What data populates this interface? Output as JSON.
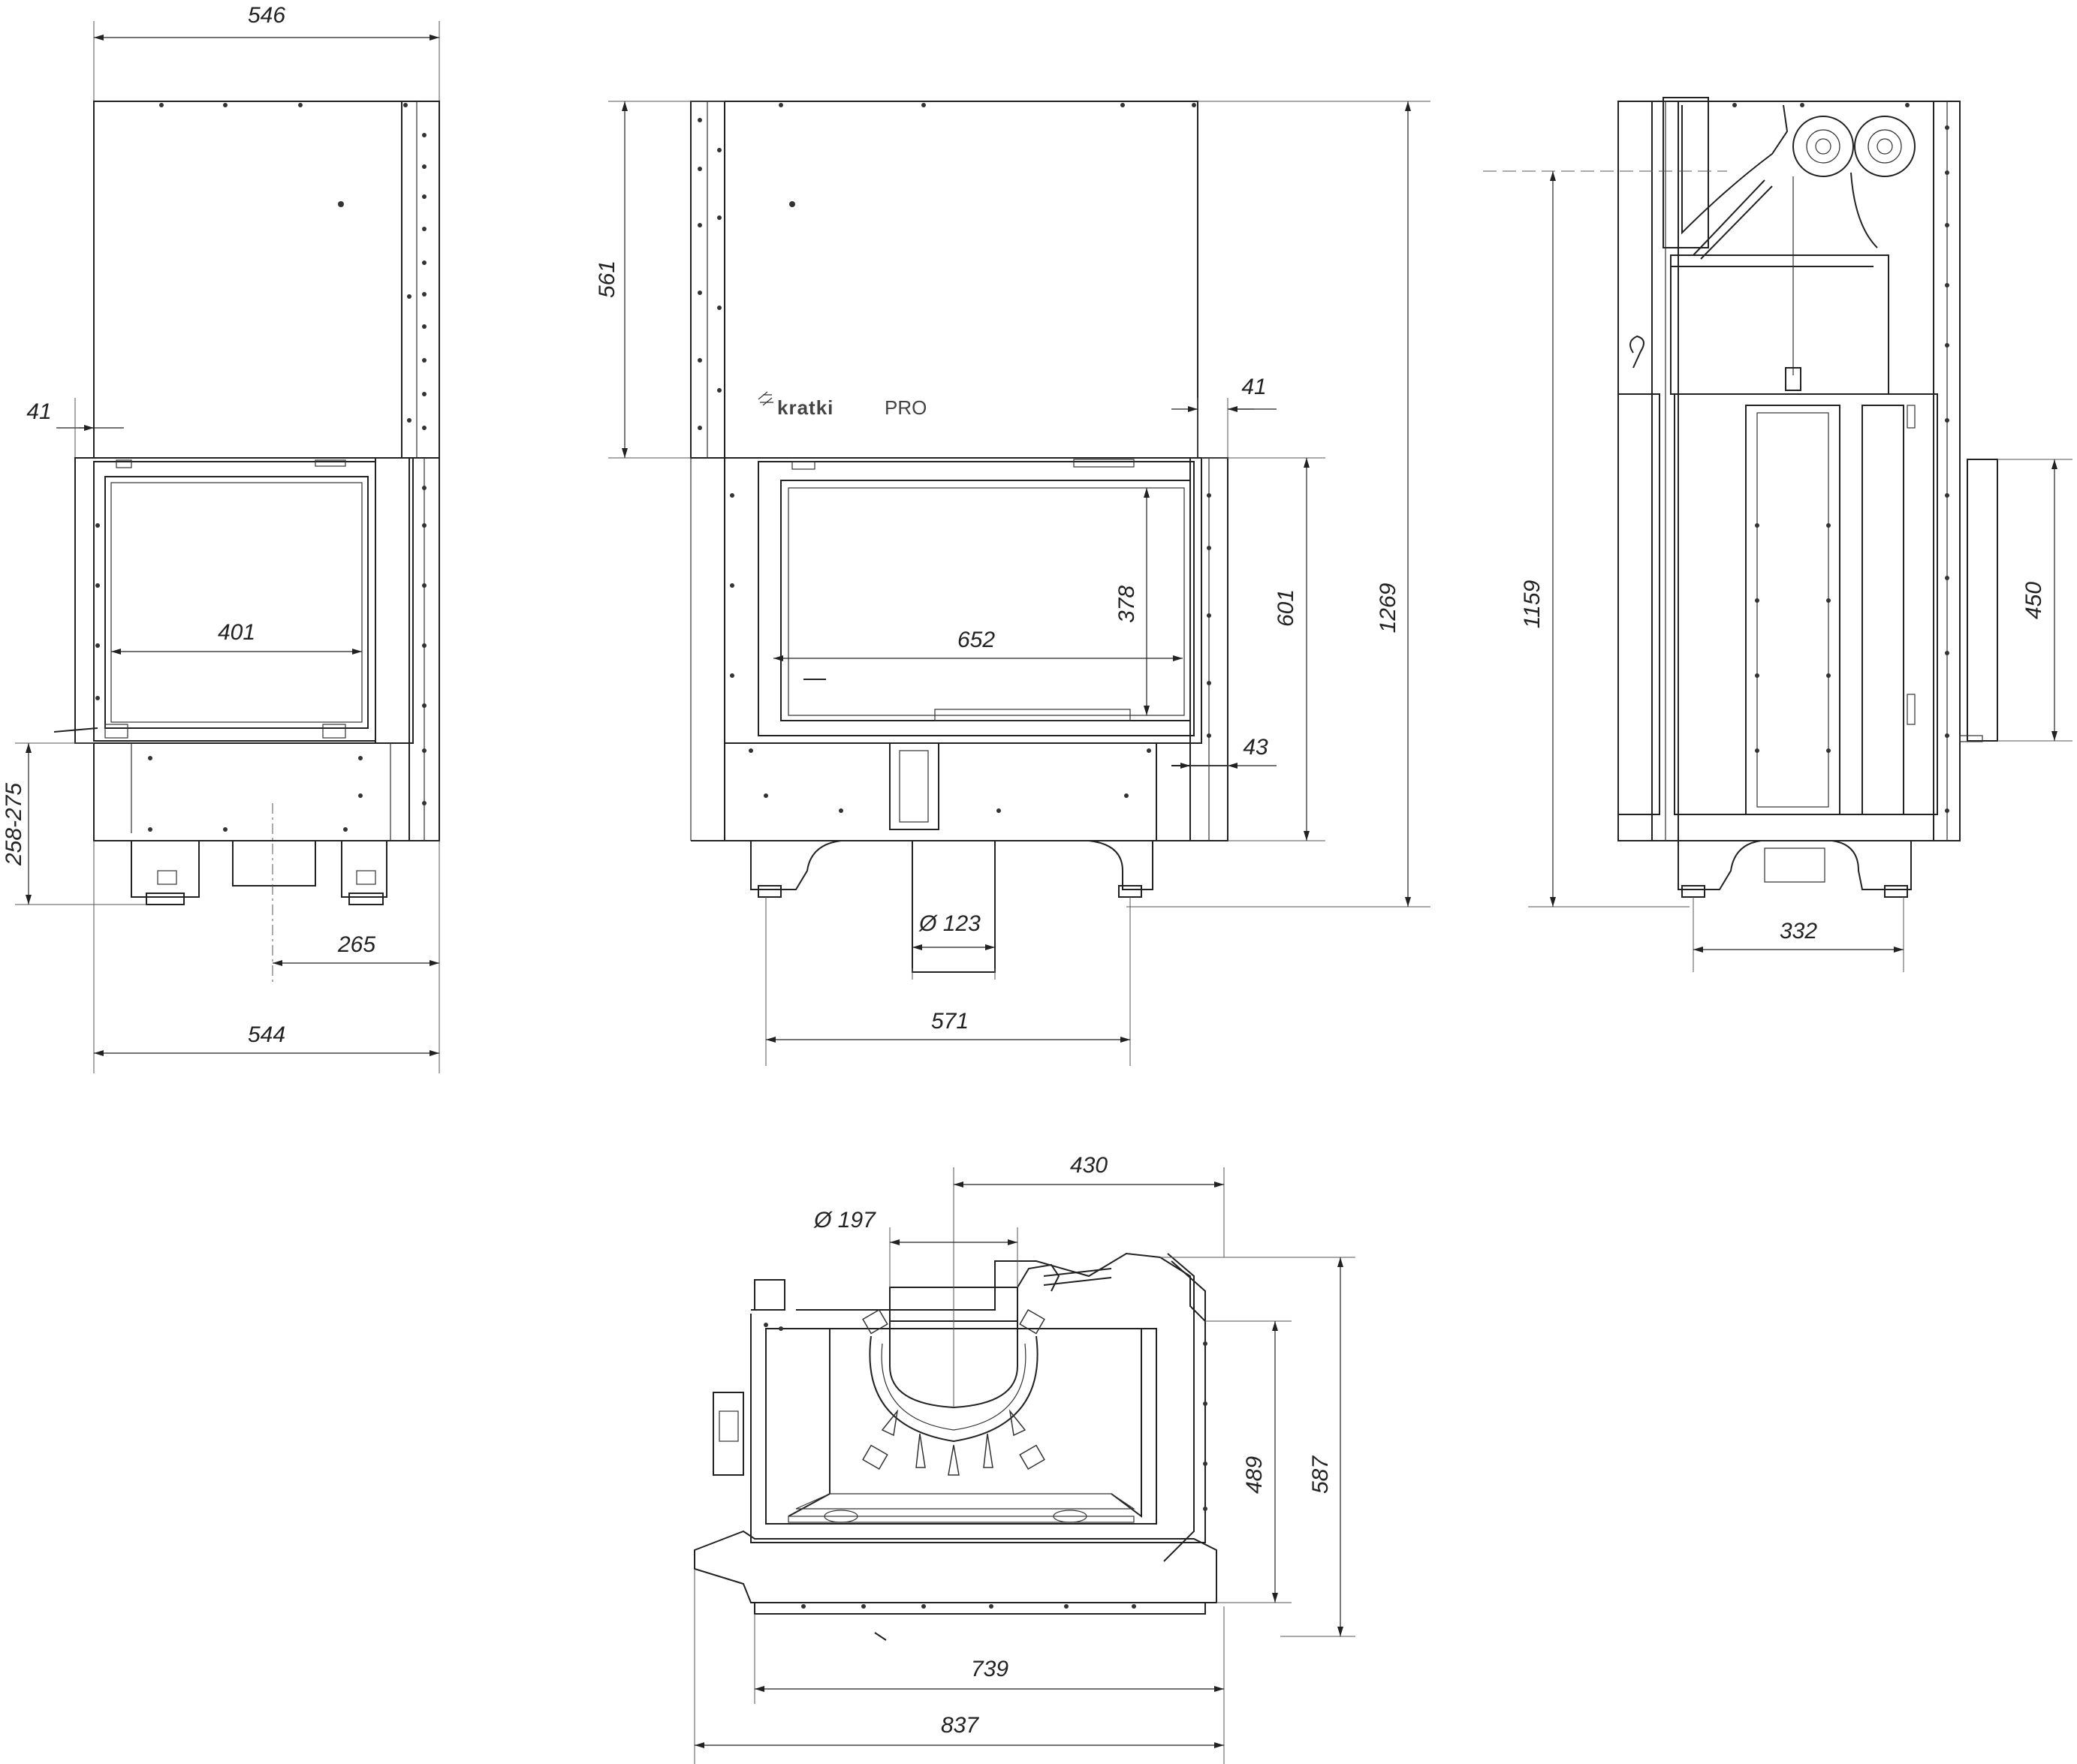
{
  "brand": {
    "logo_name": "kratki",
    "logo_suffix": "PRO"
  },
  "dimensions": {
    "front": {
      "total_width_top": "546",
      "setback": "41",
      "glass_width": "401",
      "leg_height": "258-275",
      "flue_offset": "265",
      "base_width": "544"
    },
    "side": {
      "upper_height": "561",
      "setback": "41",
      "glass_height": "378",
      "glass_width": "652",
      "lower_height": "601",
      "total_height": "1269",
      "step": "43",
      "flue_diameter": "Ø 123",
      "base_width": "571"
    },
    "back": {
      "flue_height": "1159",
      "inlet_height": "450",
      "foot_spacing": "332"
    },
    "top": {
      "flue_offset": "430",
      "flue_diameter": "Ø 197",
      "depth_inner": "489",
      "depth_outer": "587",
      "width_inner": "739",
      "width_outer": "837"
    }
  }
}
